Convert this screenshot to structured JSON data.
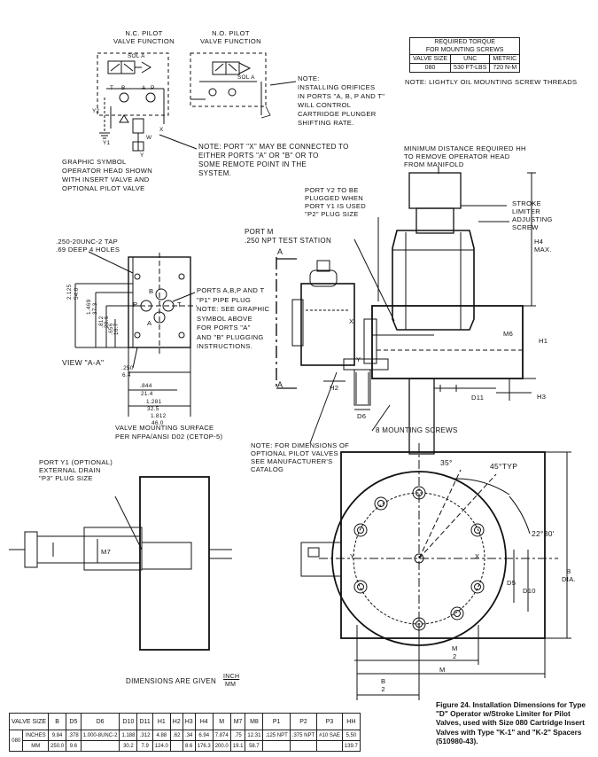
{
  "nc_title": "N.C. PILOT\nVALVE FUNCTION",
  "no_title": "N.O. PILOT\nVALVE FUNCTION",
  "symbol_labels": {
    "nc_sol_a": "SOL A",
    "no_sol_a": "SOL A",
    "t": "T",
    "b": "B",
    "a": "A",
    "p": "P",
    "y1": "Y1",
    "y2": "Y2",
    "x": "X",
    "w": "W",
    "y": "Y"
  },
  "note_orifices": "NOTE:\nINSTALLING ORIFICES\nIN PORTS \"A, B, P AND T\"\nWILL CONTROL\nCARTRIDGE PLUNGER\nSHIFTING RATE.",
  "torque_table": {
    "title": "REQUIRED TORQUE\nFOR MOUNTING SCREWS",
    "col_valve_size": "VALVE SIZE",
    "col_unc": "UNC",
    "col_metric": "METRIC",
    "size": "080",
    "unc": "530 FT-LBS",
    "metric": "720 N-M"
  },
  "note_oil": "NOTE: LIGHTLY OIL MOUNTING SCREW THREADS",
  "note_port_x": "NOTE: PORT \"X\" MAY BE CONNECTED TO\nEITHER PORTS \"A\" OR \"B\" OR TO\nSOME REMOTE POINT IN THE\nSYSTEM.",
  "graphic_symbol_caption": "GRAPHIC SYMBOL\nOPERATOR HEAD SHOWN\nWITH INSERT VALVE AND\nOPTIONAL PILOT VALVE",
  "min_distance": "MINIMUM DISTANCE REQUIRED HH\nTO REMOVE OPERATOR HEAD\nFROM MANIFOLD",
  "stroke_limiter": "STROKE\nLIMITER\nADJUSTING\nSCREW",
  "h4_max": "H4\nMAX.",
  "port_y2": "PORT Y2 TO BE\nPLUGGED WHEN\nPORT Y1 IS USED\n\"P2\" PLUG SIZE",
  "port_m": "PORT M\n.250 NPT TEST STATION",
  "tap_note": ".250-20UNC-2 TAP\n.69 DEEP 4 HOLES",
  "ports_note": "PORTS A,B,P AND T\n\"P1\" PIPE PLUG\nNOTE: SEE GRAPHIC\nSYMBOL ABOVE\nFOR PORTS \"A\"\nAND \"B\" PLUGGING\nINSTRUCTIONS.",
  "view_aa": "VIEW \"A-A\"",
  "mounting_surface": "VALVE MOUNTING SURFACE\nPER NFPA/ANSI D02 (CETOP-5)",
  "mounting_screws": "8 MOUNTING SCREWS",
  "note_pilot": "NOTE: FOR DIMENSIONS OF\nOPTIONAL PILOT VALVES\nSEE MANUFACTURER'S\nCATALOG",
  "port_y1": "PORT Y1 (OPTIONAL)\nEXTERNAL DRAIN\n\"P3\" PLUG SIZE",
  "dims_given": "DIMENSIONS ARE GIVEN",
  "inch": "INCH",
  "mm": "MM",
  "angle_35": "35°",
  "angle_45": "45°TYP",
  "angle_22": "22°30'",
  "view_dims": {
    "d1": ".250",
    "d1mm": "6.4",
    "d2": ".844",
    "d2mm": "21.4",
    "d3": "1.281",
    "d3mm": "32.5",
    "d4": "1.812",
    "d4mm": "46.0",
    "v1": "2.125",
    "v1mm": "54.0",
    "v2": "1.469",
    "v2mm": "37.3",
    "v3": ".812",
    "v3mm": "20.6",
    "v4": ".656",
    "v4mm": "16.7"
  },
  "dim_letters": {
    "m6": "M6",
    "h1": "H1",
    "h2": "H2",
    "h3": "H3",
    "d6": "D6",
    "d11": "D11",
    "m7": "M7",
    "d5": "D5",
    "d10": "D10",
    "b_dia": "B\nDIA.",
    "m": "M",
    "m_2": "M\n2",
    "b_2": "B\n2",
    "a": "A",
    "p": "P",
    "b": "B",
    "t": "T",
    "x": "X",
    "y": "Y"
  },
  "dims_table": {
    "headers": [
      "VALVE SIZE",
      "B",
      "D5",
      "D6",
      "D10",
      "D11",
      "H1",
      "H2",
      "H3",
      "H4",
      "M",
      "M7",
      "M8",
      "P1",
      "P2",
      "P3",
      "HH"
    ],
    "size": "080",
    "row_inches": {
      "unit": "INCHES",
      "values": [
        "9.84",
        ".378",
        "1.000-8UNC-2",
        "1.188",
        ".312",
        "4.88",
        ".62",
        ".34",
        "6.94",
        "7.874",
        ".75",
        "12.31",
        ".125 NPT",
        ".375 NPT",
        "#10 SAE",
        "5.50"
      ]
    },
    "row_mm": {
      "unit": "MM",
      "values": [
        "250.0",
        "9.6",
        "",
        "30.2",
        "7.9",
        "124.0",
        "",
        "8.6",
        "176.3",
        "200.0",
        "19.1",
        "58.7",
        "",
        "",
        "",
        "139.7"
      ]
    }
  },
  "caption": "Figure 24. Installation Dimensions for Type \"D\" Operator w/Stroke Limiter for Pilot Valves, used with Size 080 Cartridge Insert Valves with Type \"K-1\" and \"K-2\" Spacers (510980-43)."
}
